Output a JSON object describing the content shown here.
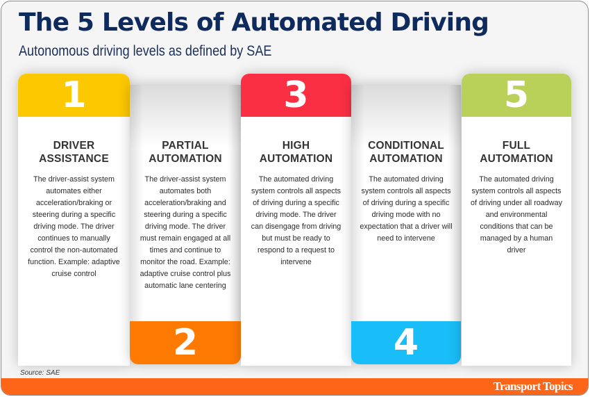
{
  "header": {
    "title": "The 5 Levels of Automated Driving",
    "subtitle": "Autonomous driving levels as defined by SAE"
  },
  "levels": [
    {
      "number": "1",
      "name": "DRIVER ASSISTANCE",
      "name_line1": "DRIVER",
      "name_line2": "ASSISTANCE",
      "color": "#fcc800",
      "band_position": "top",
      "description": "The driver-assist system automates either acceleration/braking or steering during a specific driving mode. The driver continues to manually control the non-automated function. Example: adaptive cruise control"
    },
    {
      "number": "2",
      "name": "PARTIAL AUTOMATION",
      "name_line1": "PARTIAL",
      "name_line2": "AUTOMATION",
      "color": "#ff7a00",
      "band_position": "bottom",
      "description": "The driver-assist system automates both acceleration/braking and steering during a specific driving mode. The driver must remain engaged at all times and continue to monitor the road. Example: adaptive cruise control plus automatic lane centering"
    },
    {
      "number": "3",
      "name": "HIGH AUTOMATION",
      "name_line1": "HIGH",
      "name_line2": "AUTOMATION",
      "color": "#fb2f44",
      "band_position": "top",
      "description": "The automated driving system controls all aspects of driving during a specific driving mode. The driver can disengage from driving but must be ready to respond to a request to intervene"
    },
    {
      "number": "4",
      "name": "CONDITIONAL AUTOMATION",
      "name_line1": "CONDITIONAL",
      "name_line2": "AUTOMATION",
      "color": "#19bdf7",
      "band_position": "bottom",
      "description": "The automated driving system controls all aspects of driving during a specific driving mode with no expectation that a driver will need to intervene"
    },
    {
      "number": "5",
      "name": "FULL AUTOMATION",
      "name_line1": "FULL",
      "name_line2": "AUTOMATION",
      "color": "#bad159",
      "band_position": "top",
      "description": "The automated driving system controls all aspects of driving under all roadway and environmental conditions that can be managed by a human driver"
    }
  ],
  "footer": {
    "source": "Source: SAE",
    "brand": "Transport Topics",
    "bar_color": "#fd6519"
  },
  "colors": {
    "title": "#0f2a5c",
    "background": "#f5f5f5"
  }
}
